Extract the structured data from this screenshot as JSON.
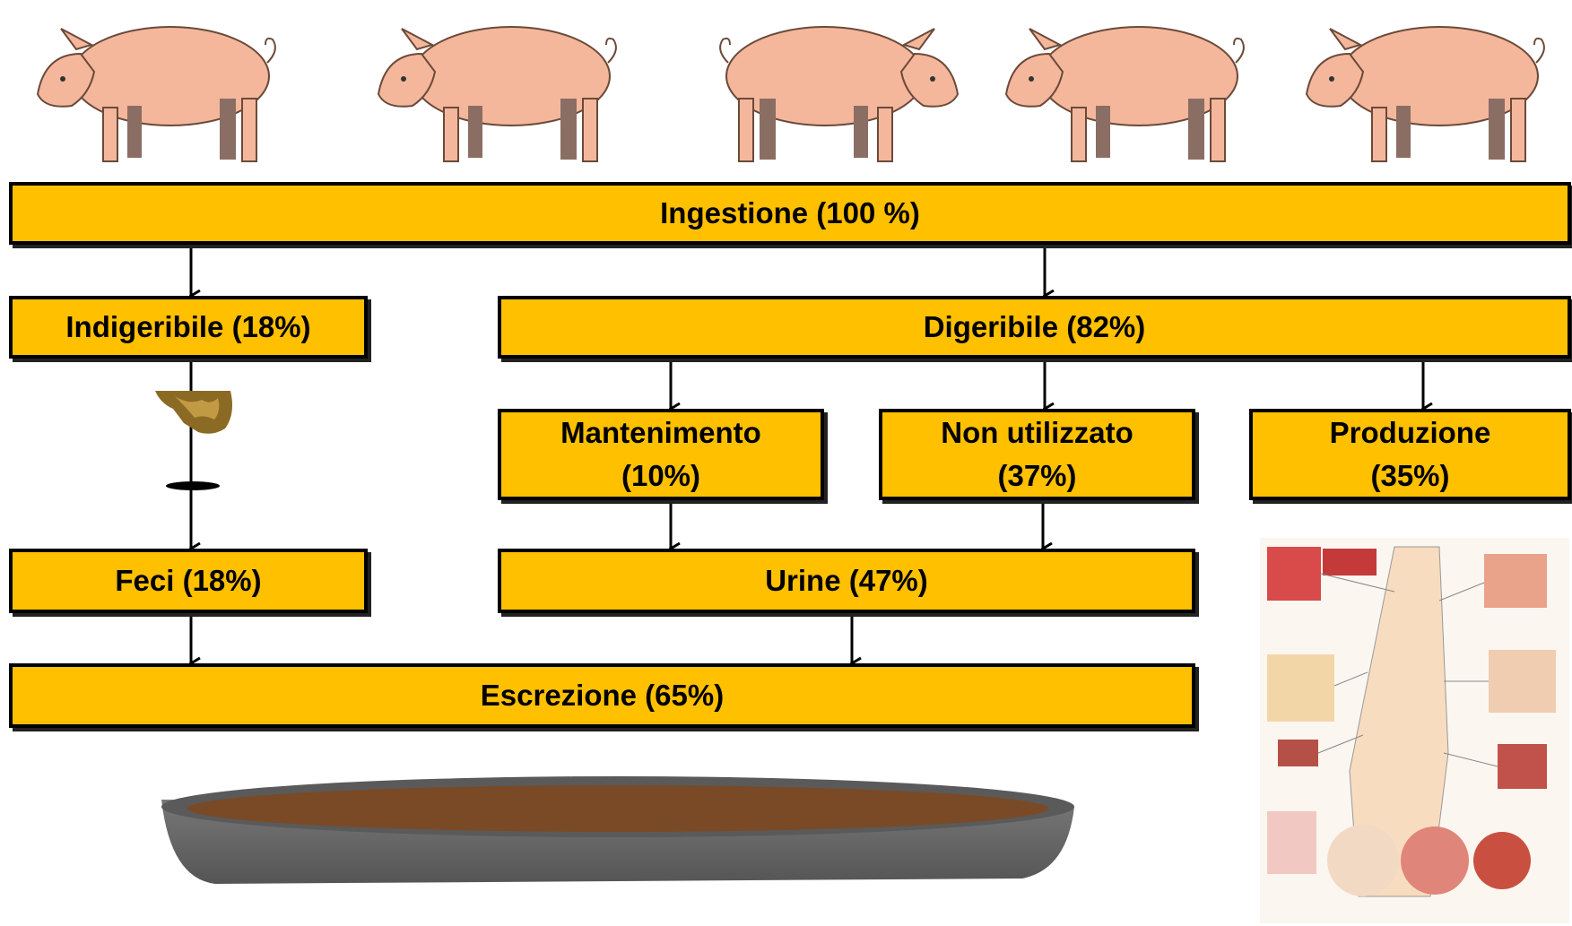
{
  "colors": {
    "box_fill": "#ffc000",
    "border": "#000000",
    "pig": "#f4b79c",
    "pig_leg": "#8a6e64"
  },
  "icons": [
    "pig-icon",
    "feces-icon",
    "manure-tank-icon",
    "pork-cuts-chart-icon"
  ],
  "nodes": {
    "ingestione": "Ingestione (100 %)",
    "indigeribile": "Indigeribile (18%)",
    "digeribile": "Digeribile (82%)",
    "mantenimento": {
      "line1": "Mantenimento",
      "line2": "(10%)"
    },
    "non_utilizzato": {
      "line1": "Non utilizzato",
      "line2": "(37%)"
    },
    "produzione": {
      "line1": "Produzione",
      "line2": "(35%)"
    },
    "feci": "Feci (18%)",
    "urine": "Urine (47%)",
    "escrezione": "Escrezione (65%)"
  }
}
